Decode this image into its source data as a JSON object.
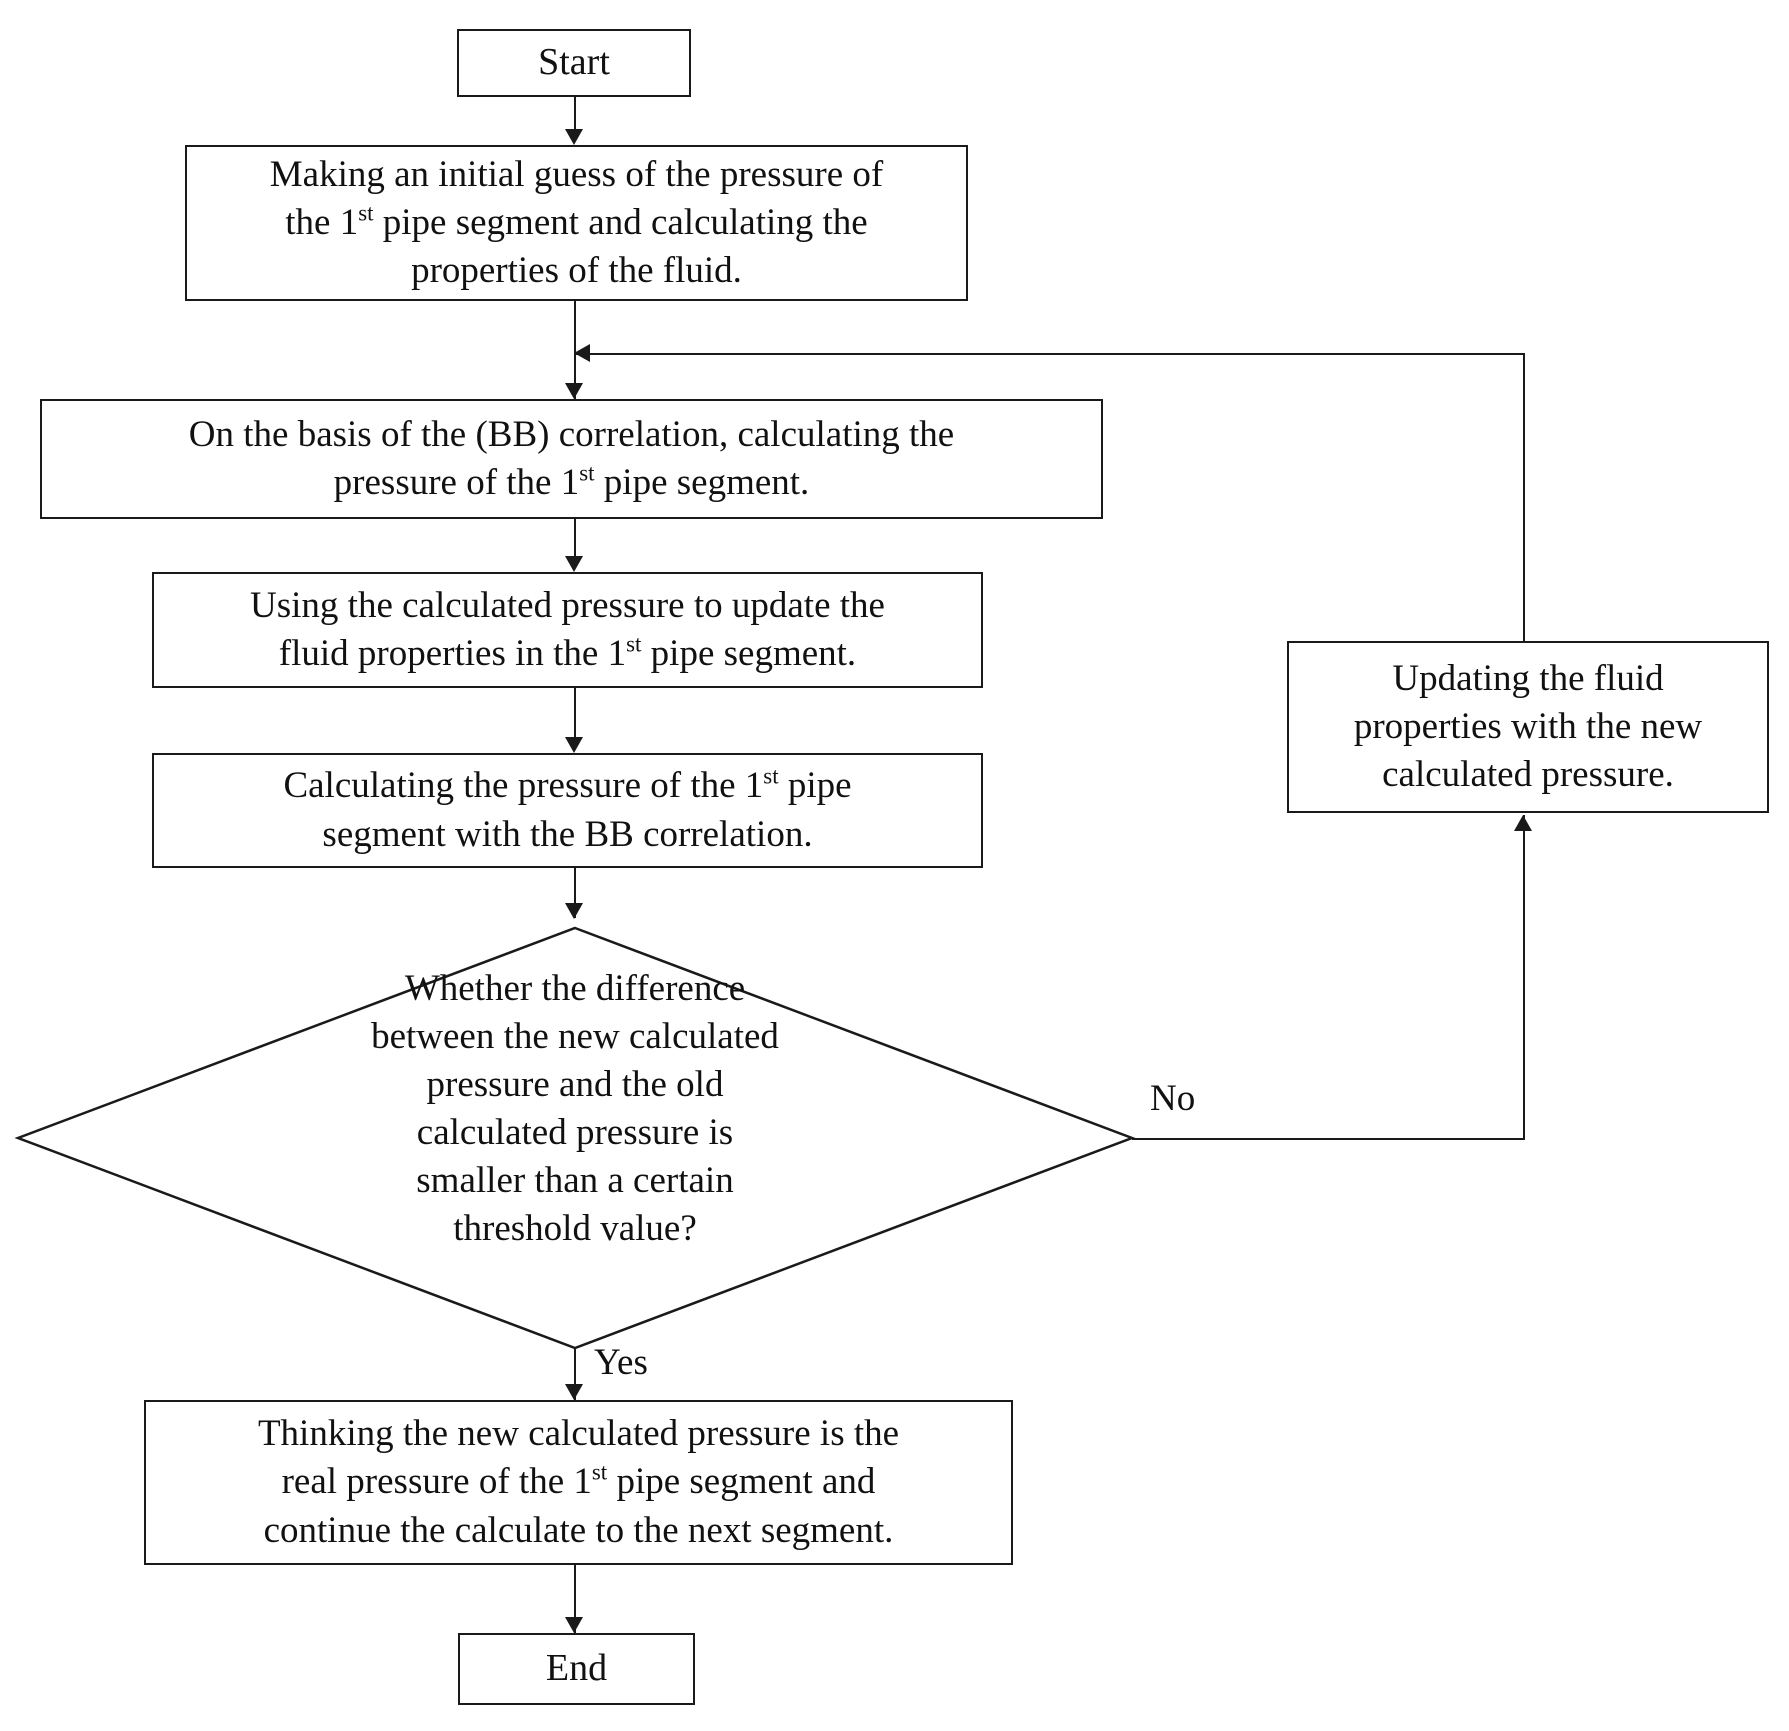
{
  "diagram": {
    "type": "flowchart",
    "title": "Pressure calculation iteration flowchart (BB correlation)",
    "background_color": "#ffffff",
    "line_color": "#1a1a1a",
    "text_color": "#111111"
  },
  "nodes": {
    "start": {
      "shape": "terminator",
      "label": "Start"
    },
    "initial_guess": {
      "shape": "process",
      "line1": "Making an initial guess of the pressure of",
      "line2_a": "the 1",
      "line2_sup": "st",
      "line2_b": " pipe segment and calculating the",
      "line3": "properties of the fluid."
    },
    "bb_first_calc": {
      "shape": "process",
      "line1": "On the basis of the (BB) correlation, calculating the",
      "line2_a": "pressure of the 1",
      "line2_sup": "st",
      "line2_b": "  pipe segment."
    },
    "update_props": {
      "shape": "process",
      "line1": "Using the calculated pressure to update the",
      "line2_a": "fluid properties in the 1",
      "line2_sup": "st",
      "line2_b": "  pipe segment."
    },
    "recalc_bb": {
      "shape": "process",
      "line1_a": "Calculating the pressure of the 1",
      "line1_sup": "st",
      "line1_b": "  pipe",
      "line2": "segment with the BB correlation."
    },
    "decision": {
      "shape": "diamond",
      "line1": "Whether the difference",
      "line2": "between the new calculated",
      "line3": "pressure and the old",
      "line4": "calculated pressure  is",
      "line5": "smaller than a certain",
      "line6": "threshold value?"
    },
    "updating_fluid": {
      "shape": "process",
      "line1": "Updating the fluid",
      "line2": "properties with the new",
      "line3": "calculated pressure."
    },
    "accept_pressure": {
      "shape": "process",
      "line1": "Thinking the new calculated pressure is the",
      "line2_a": "real pressure of the 1",
      "line2_sup": "st",
      "line2_b": "  pipe segment and",
      "line3": "continue the calculate to the next segment."
    },
    "end": {
      "shape": "terminator",
      "label": "End"
    }
  },
  "edge_labels": {
    "no": "No",
    "yes": "Yes"
  }
}
